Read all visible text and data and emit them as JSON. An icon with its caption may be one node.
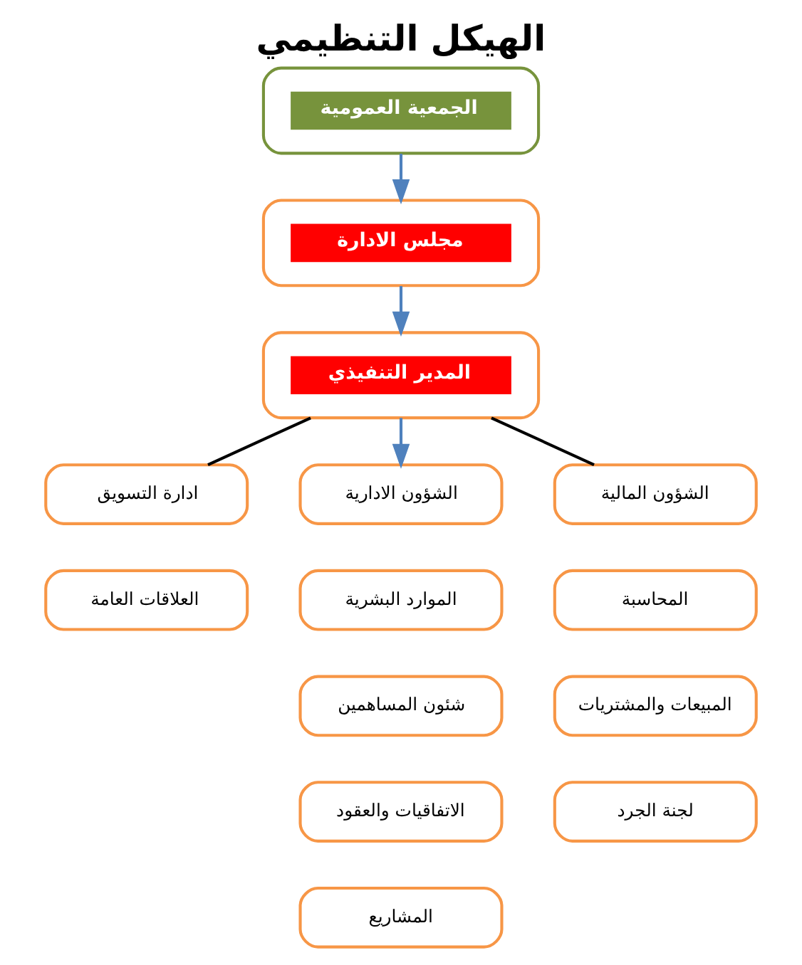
{
  "diagram": {
    "title": "الهيكل التنظيمي",
    "nodes": [
      {
        "text": [
          "الجمعية العمومية"
        ]
      },
      {
        "text": [
          "مجلس الادارة"
        ]
      },
      {
        "text": [
          "المدير التنفيذي"
        ]
      },
      {
        "text": [
          "الشؤون المالية"
        ]
      },
      {
        "text": [
          "الشؤون الادارية"
        ]
      },
      {
        "text": [
          "ادارة التسويق"
        ]
      },
      {
        "text": [
          "المحاسبة"
        ]
      },
      {
        "text": [
          "الموارد البشرية"
        ]
      },
      {
        "text": [
          "العلاقات العامة"
        ]
      },
      {
        "text": [
          "المبيعات والمشتريات"
        ]
      },
      {
        "text": [
          "شئون المساهمين"
        ]
      },
      {
        "text": [
          "لجنة الجرد"
        ]
      },
      {
        "text": [
          "الاتفاقيات والعقود"
        ]
      },
      {
        "text": [
          "المشاريع"
        ]
      }
    ],
    "edges": [
      {
        "from": 0,
        "to": 1,
        "arrow": "to"
      },
      {
        "from": 1,
        "to": 2,
        "arrow": "to"
      },
      {
        "from": 2,
        "to": 5,
        "arrow": "none",
        "color": "#000000"
      },
      {
        "from": 2,
        "to": 4,
        "arrow": "to"
      },
      {
        "from": 2,
        "to": 3,
        "arrow": "none",
        "color": "#000000"
      }
    ]
  }
}
